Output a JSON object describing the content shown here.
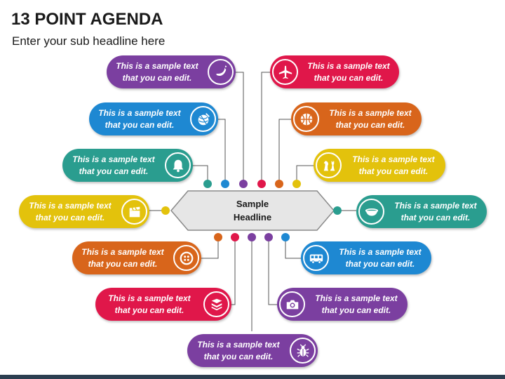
{
  "header": {
    "title": "13 POINT AGENDA",
    "subtitle": "Enter your sub headline here"
  },
  "hub": {
    "line1": "Sample",
    "line2": "Headline"
  },
  "items": [
    {
      "line1": "This is a sample text",
      "line2": "that you can edit.",
      "icon": "banana-icon",
      "color": "#7B3FA0"
    },
    {
      "line1": "This is a sample text",
      "line2": "that you can edit.",
      "icon": "yarn-ball-icon",
      "color": "#1E88D2"
    },
    {
      "line1": "This is a sample text",
      "line2": "that you can edit.",
      "icon": "bell-icon",
      "color": "#2A9D8F"
    },
    {
      "line1": "This is a sample text",
      "line2": "that you can edit.",
      "icon": "clapperboard-icon",
      "color": "#E3C20C"
    },
    {
      "line1": "This is a sample text",
      "line2": "that you can edit.",
      "icon": "button-icon",
      "color": "#D8651B"
    },
    {
      "line1": "This is a sample text",
      "line2": "that you can edit.",
      "icon": "books-icon",
      "color": "#E0174A"
    },
    {
      "line1": "This is a sample text",
      "line2": "that you can edit.",
      "icon": "bug-icon",
      "color": "#7B3FA0"
    },
    {
      "line1": "This is a sample text",
      "line2": "that you can edit.",
      "icon": "airplane-icon",
      "color": "#E0174A"
    },
    {
      "line1": "This is a sample text",
      "line2": "that you can edit.",
      "icon": "basketball-icon",
      "color": "#D8651B"
    },
    {
      "line1": "This is a sample text",
      "line2": "that you can edit.",
      "icon": "chess-pieces-icon",
      "color": "#E3C20C"
    },
    {
      "line1": "This is a sample text",
      "line2": "that you can edit.",
      "icon": "bowl-icon",
      "color": "#2A9D8F"
    },
    {
      "line1": "This is a sample text",
      "line2": "that you can edit.",
      "icon": "bus-icon",
      "color": "#1E88D2"
    },
    {
      "line1": "This is a sample text",
      "line2": "that you can edit.",
      "icon": "camera-icon",
      "color": "#7B3FA0"
    }
  ]
}
